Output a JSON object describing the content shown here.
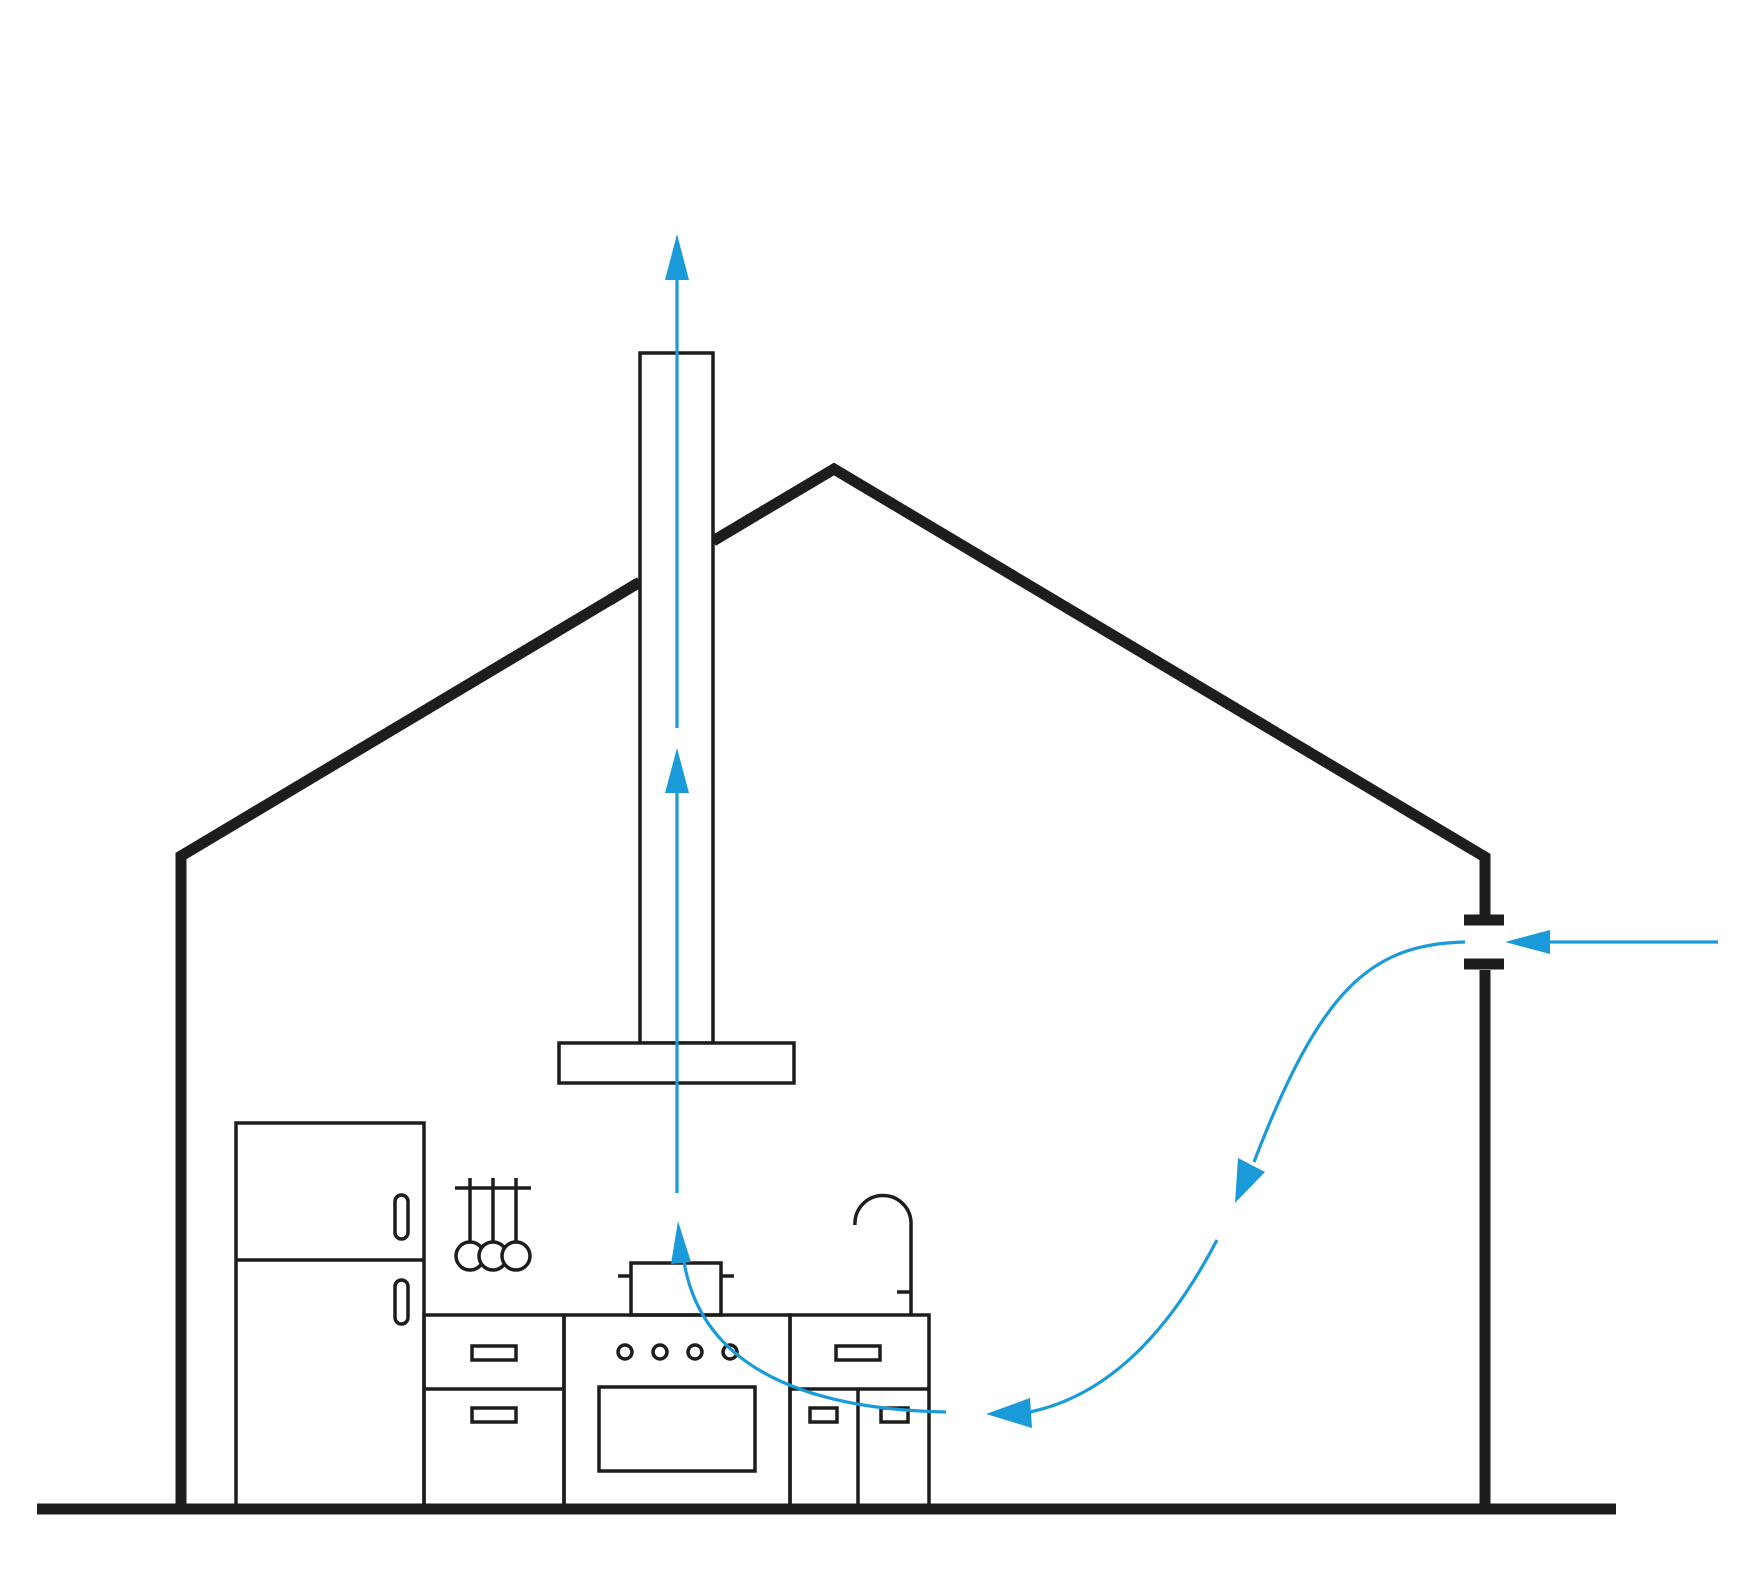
{
  "colors": {
    "line": "#1d1d1b",
    "airflow": "#1a9ad9",
    "background": "#ffffff"
  },
  "elements": {
    "house": "house-outline",
    "chimney": "chimney-duct",
    "hood": "extractor-hood",
    "vent": "wall-air-inlet",
    "fridge": "refrigerator-icon",
    "utensils": "hanging-utensils-icon",
    "stove": "stove-oven-icon",
    "pot": "pot-icon",
    "faucet": "faucet-icon",
    "cabinets": "kitchen-cabinets",
    "airflow": "airflow-arrows"
  }
}
